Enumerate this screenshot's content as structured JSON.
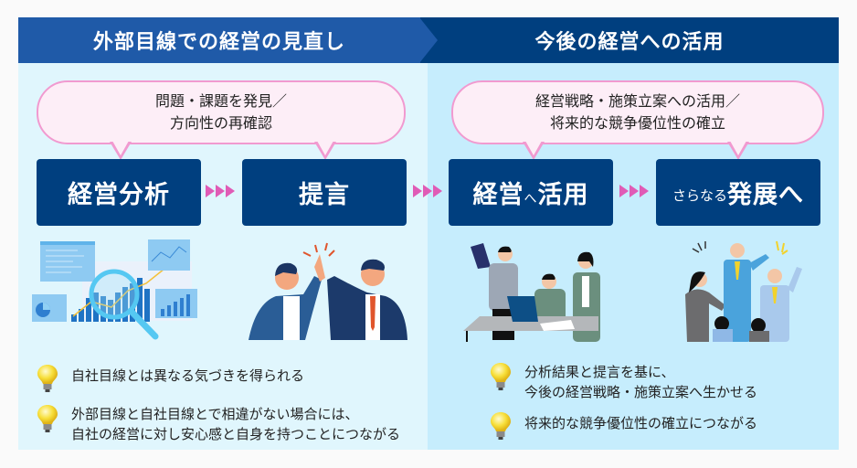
{
  "sections": {
    "left": {
      "title": "外部目線での経営の見直し",
      "bubble": {
        "line1": "問題・課題を発見／",
        "line2": "方向性の再確認"
      },
      "steps": [
        {
          "label": "経営分析"
        },
        {
          "label": "提言"
        }
      ],
      "illustrations": [
        "data-analysis-magnifier-illustration",
        "high-five-businessmen-illustration"
      ],
      "bullets": [
        {
          "lines": [
            "自社目線とは異なる気づきを得られる"
          ]
        },
        {
          "lines": [
            "外部目線と自社目線とで相違がない場合には、",
            "自社の経営に対し安心感と自身を持つことにつながる"
          ]
        }
      ]
    },
    "right": {
      "title": "今後の経営への活用",
      "bubble": {
        "line1": "経営戦略・施策立案への活用／",
        "line2": "将来的な競争優位性の確立"
      },
      "steps": [
        {
          "label_main": "経営",
          "label_small": "へ",
          "label_end": "活用"
        },
        {
          "label_prefix": "さらなる",
          "label_main": "発展へ"
        }
      ],
      "illustrations": [
        "team-meeting-laptop-illustration",
        "team-celebration-illustration"
      ],
      "bullets": [
        {
          "lines": [
            "分析結果と提言を基に、",
            "今後の経営戦略・施策立案へ生かせる"
          ]
        },
        {
          "lines": [
            "将来的な競争優位性の確立につながる"
          ]
        }
      ]
    }
  },
  "colors": {
    "header_left": "#1f5aa8",
    "header_right": "#003f7f",
    "panel_left": "#e0f6fd",
    "panel_right": "#c6edfd",
    "step_box": "#003f7f",
    "bubble_border": "#f19ad0",
    "bubble_fill": "#fdeef7",
    "arrow": "#e05bb6"
  },
  "icons": {
    "bullet": "lightbulb-icon",
    "flow_arrow": "triple-triangle-arrow-icon"
  }
}
